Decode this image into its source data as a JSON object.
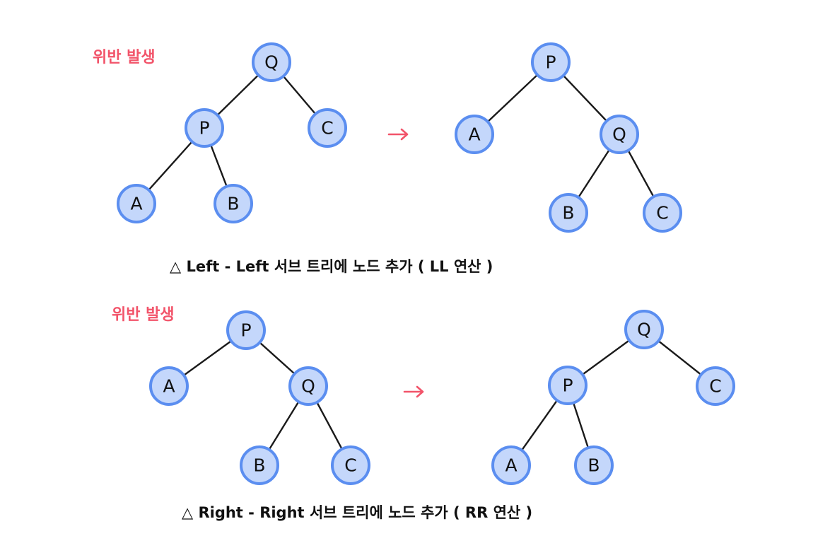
{
  "colors": {
    "node_fill": "#c4d7fb",
    "node_stroke": "#5b8ef0",
    "edge": "#1a1a1a",
    "accent": "#f2546a",
    "text": "#111111"
  },
  "sections": [
    {
      "warning": "위반 발생",
      "caption": "△ Left - Left  서브 트리에 노드 추가 ( LL 연산 )",
      "before": {
        "nodes": [
          "Q",
          "P",
          "C",
          "A",
          "B"
        ],
        "edges": [
          [
            "Q",
            "P"
          ],
          [
            "Q",
            "C"
          ],
          [
            "P",
            "A"
          ],
          [
            "P",
            "B"
          ]
        ]
      },
      "after": {
        "nodes": [
          "P",
          "A",
          "Q",
          "B",
          "C"
        ],
        "edges": [
          [
            "P",
            "A"
          ],
          [
            "P",
            "Q"
          ],
          [
            "Q",
            "B"
          ],
          [
            "Q",
            "C"
          ]
        ]
      }
    },
    {
      "warning": "위반 발생",
      "caption": "△ Right - Right  서브 트리에 노드 추가 ( RR 연산 )",
      "before": {
        "nodes": [
          "P",
          "A",
          "Q",
          "B",
          "C"
        ],
        "edges": [
          [
            "P",
            "A"
          ],
          [
            "P",
            "Q"
          ],
          [
            "Q",
            "B"
          ],
          [
            "Q",
            "C"
          ]
        ]
      },
      "after": {
        "nodes": [
          "Q",
          "P",
          "C",
          "A",
          "B"
        ],
        "edges": [
          [
            "Q",
            "P"
          ],
          [
            "Q",
            "C"
          ],
          [
            "P",
            "A"
          ],
          [
            "P",
            "B"
          ]
        ]
      }
    }
  ]
}
